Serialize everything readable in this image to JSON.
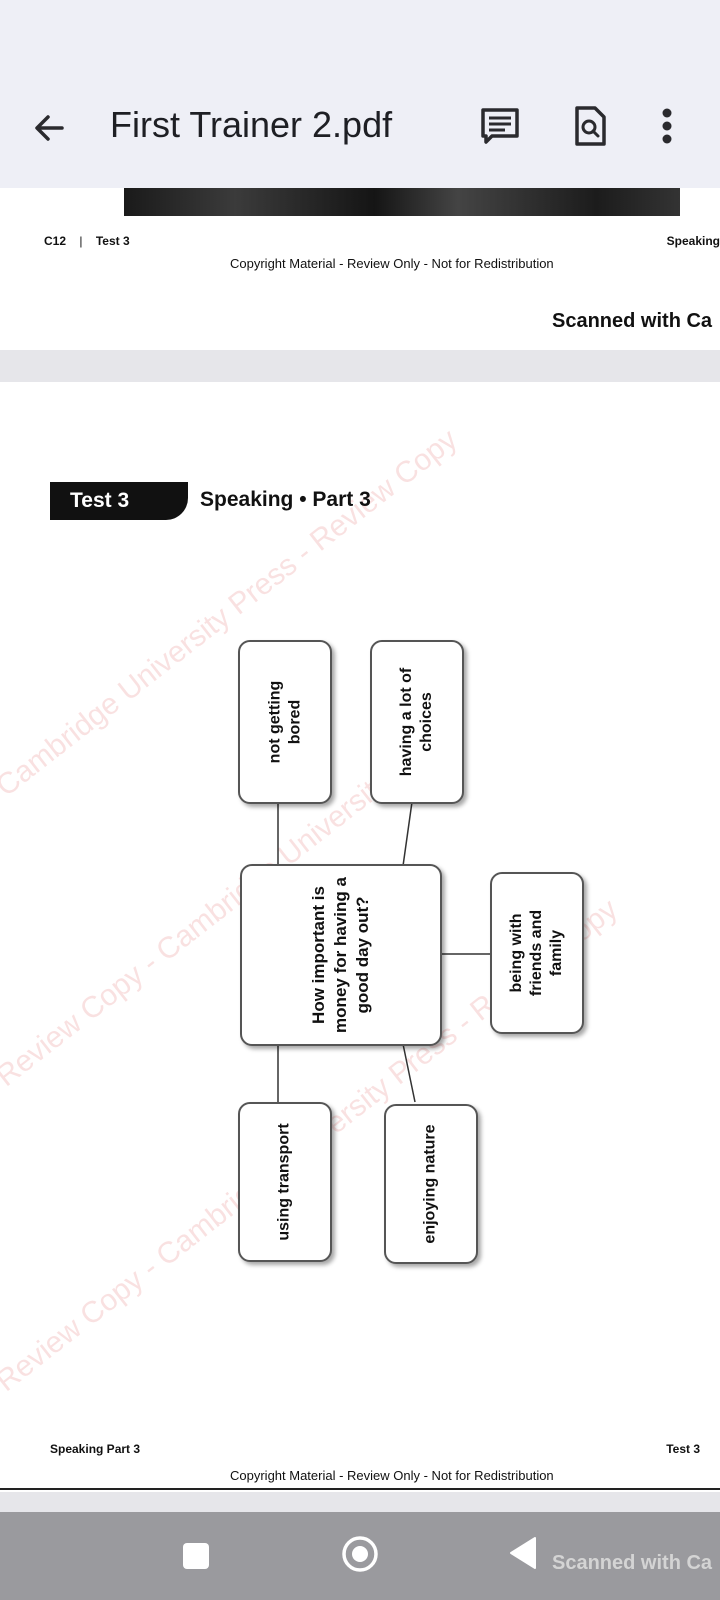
{
  "app": {
    "title": "First Trainer 2.pdf"
  },
  "page_top": {
    "header_left_page": "C12",
    "header_left_separator": "|",
    "header_left_test": "Test 3",
    "header_right": "Speaking",
    "copyright": "Copyright Material  - Review Only -  Not for Redistribution",
    "scanned": "Scanned with Ca"
  },
  "page_main": {
    "tab_label": "Test 3",
    "section_title": "Speaking • Part 3",
    "center_prompt": [
      "How important is",
      "money for having a",
      "good day out?"
    ],
    "options": [
      {
        "lines": [
          "not getting",
          "bored"
        ]
      },
      {
        "lines": [
          "having a lot of",
          "choices"
        ]
      },
      {
        "lines": [
          "being with",
          "friends and",
          "family"
        ]
      },
      {
        "lines": [
          "using transport"
        ]
      },
      {
        "lines": [
          "enjoying nature"
        ]
      }
    ],
    "watermarks": [
      "Cambridge University Press - Review Copy",
      "Review Copy - Cambridge University Press",
      "Review Copy - Cambridge University Press - Review Copy"
    ],
    "footer_left": "Speaking Part 3",
    "footer_right": "Test 3",
    "copyright": "Copyright Material  - Review Only -  Not for Redistribution"
  },
  "navbar": {
    "scanned": "Scanned with Ca"
  }
}
